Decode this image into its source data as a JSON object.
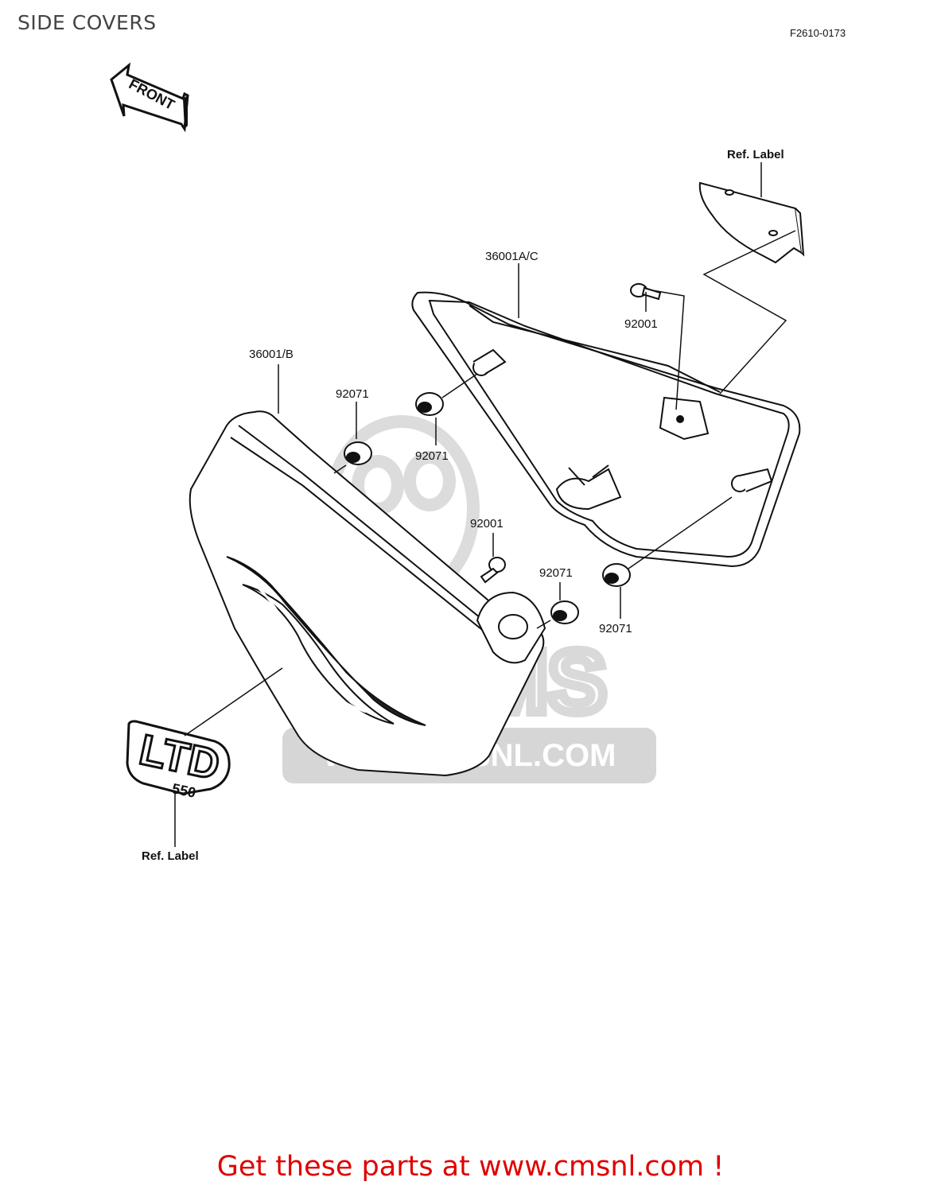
{
  "header": {
    "title": "SIDE COVERS",
    "diagram_code": "F2610-0173"
  },
  "diagram": {
    "front_arrow_label": "FRONT",
    "emblem_text": "LTD",
    "emblem_subtext": "550",
    "labels": {
      "ref_label_top": "Ref. Label",
      "cover_right": "36001A/C",
      "cover_left": "36001/B",
      "bolt_upper": "92001",
      "grommet_upper_left": "92071",
      "grommet_mid": "92071",
      "bolt_lower": "92001",
      "grommet_lower_mid": "92071",
      "grommet_lower_right": "92071",
      "ref_label_bottom": "Ref. Label"
    },
    "watermark": {
      "brand": "CMS",
      "url": "WWW.CMSNL.COM"
    },
    "colors": {
      "line": "#111111",
      "watermark": "#d9d9d9",
      "footer": "#e00000"
    }
  },
  "footer": {
    "link_text": "Get these parts at www.cmsnl.com !"
  }
}
